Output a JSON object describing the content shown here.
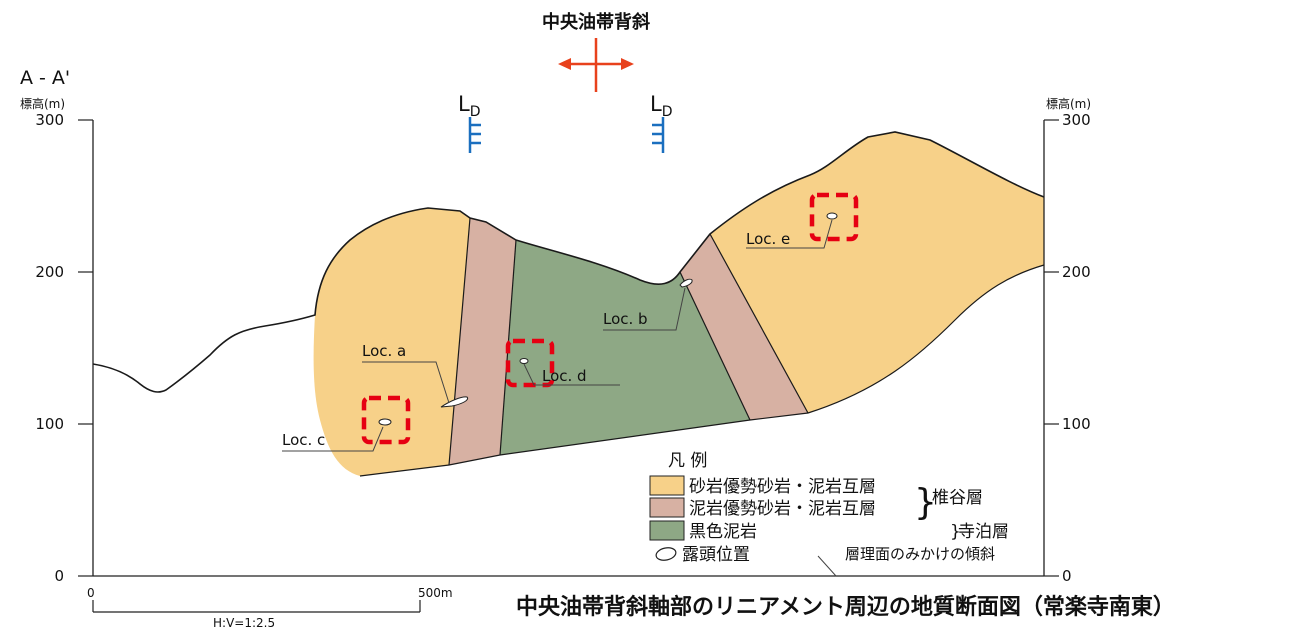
{
  "figure": {
    "section_label": "A - A'",
    "caption": "中央油帯背斜軸部のリニアメント周辺の地質断面図（常楽寺南東）",
    "anticline_label": "中央油帯背斜",
    "lineament_label": "L",
    "lineament_sub": "D",
    "colors": {
      "sandstone": "#f7d189",
      "mudstone_alt": "#d7b1a3",
      "black_mudstone": "#8ea885",
      "anticline": "#e8411c",
      "lineament": "#1b6fbf",
      "marker": "#e60012"
    }
  },
  "axes": {
    "left_unit": "標高(m)",
    "right_unit": "標高(m)",
    "ticks": [
      "300",
      "200",
      "100",
      "0"
    ],
    "x_ticks": [
      "0",
      "500m"
    ],
    "scale_ratio": "H:V=1:2.5"
  },
  "locations": {
    "a": "Loc. a",
    "b": "Loc. b",
    "c": "Loc. c",
    "d": "Loc. d",
    "e": "Loc. e"
  },
  "legend": {
    "title": "凡 例",
    "items": [
      "砂岩優勢砂岩・泥岩互層",
      "泥岩優勢砂岩・泥岩互層",
      "黒色泥岩"
    ],
    "outcrop": "露頭位置",
    "bedding": "層理面のみかけの傾斜",
    "group1": "椎谷層",
    "group2": "寺泊層"
  }
}
